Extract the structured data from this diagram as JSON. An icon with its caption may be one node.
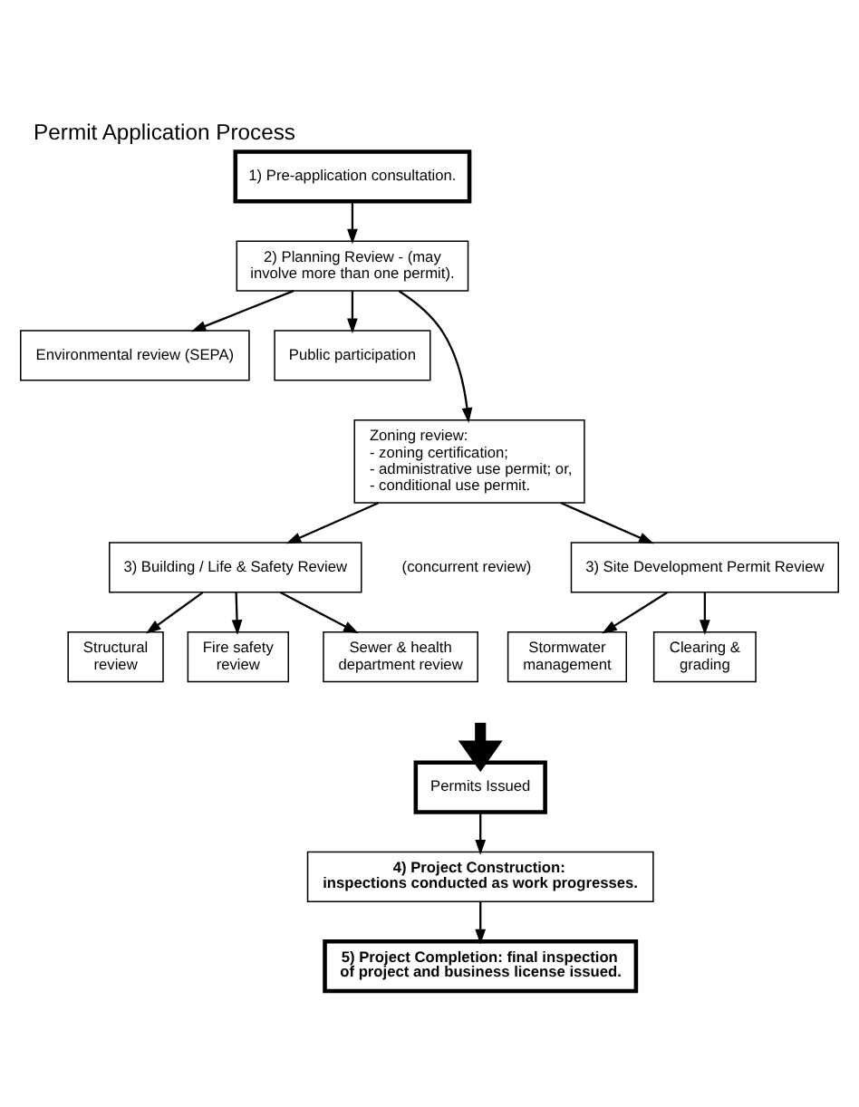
{
  "diagram": {
    "title": "Permit Application Process",
    "nodes": [
      {
        "text": [
          "1) Pre-application consultation."
        ]
      },
      {
        "text": [
          "2) Planning Review - (may involve more than one permit)."
        ]
      },
      {
        "text": [
          "Environmental review (SEPA)"
        ]
      },
      {
        "text": [
          "Public participation"
        ]
      },
      {
        "text": [
          "Zoning review:",
          "- zoning certification;",
          "- administrative use permit; or,",
          "- conditional use permit."
        ]
      },
      {
        "text": [
          "3) Building / Life & Safety Review"
        ]
      },
      {
        "text": [
          "3) Site Development Permit Review"
        ]
      },
      {
        "text": [
          "Structural review"
        ]
      },
      {
        "text": [
          "Fire safety review"
        ]
      },
      {
        "text": [
          "Sewer & health department review"
        ]
      },
      {
        "text": [
          "Stormwater management"
        ]
      },
      {
        "text": [
          "Clearing & grading"
        ]
      },
      {
        "text": [
          "Permits Issued"
        ]
      },
      {
        "text": [
          "4) Project Construction: inspections conducted as work progresses."
        ]
      },
      {
        "text": [
          "5) Project Completion: final inspection of project and business license issued."
        ]
      }
    ],
    "edges": [
      {
        "from": 0,
        "to": 1,
        "arrow": "to"
      },
      {
        "from": 1,
        "to": 2,
        "arrow": "to"
      },
      {
        "from": 1,
        "to": 4,
        "arrow": "to"
      },
      {
        "from": 1,
        "to": 3,
        "arrow": "to"
      },
      {
        "from": 4,
        "to": 5,
        "arrow": "to"
      },
      {
        "from": 4,
        "to": 6,
        "arrow": "to"
      },
      {
        "from": 5,
        "to": 7,
        "arrow": "to"
      },
      {
        "from": 5,
        "to": 8,
        "arrow": "to"
      },
      {
        "from": 5,
        "to": 9,
        "arrow": "to"
      },
      {
        "from": 6,
        "to": 10,
        "arrow": "to"
      },
      {
        "from": 6,
        "to": 11,
        "arrow": "to"
      },
      {
        "from": null,
        "to": 12,
        "arrow": "to",
        "style": "thick"
      },
      {
        "from": 12,
        "to": 13,
        "arrow": "to"
      },
      {
        "from": 13,
        "to": 14,
        "arrow": "to"
      }
    ],
    "labels": [
      "(concurrent review)"
    ]
  }
}
